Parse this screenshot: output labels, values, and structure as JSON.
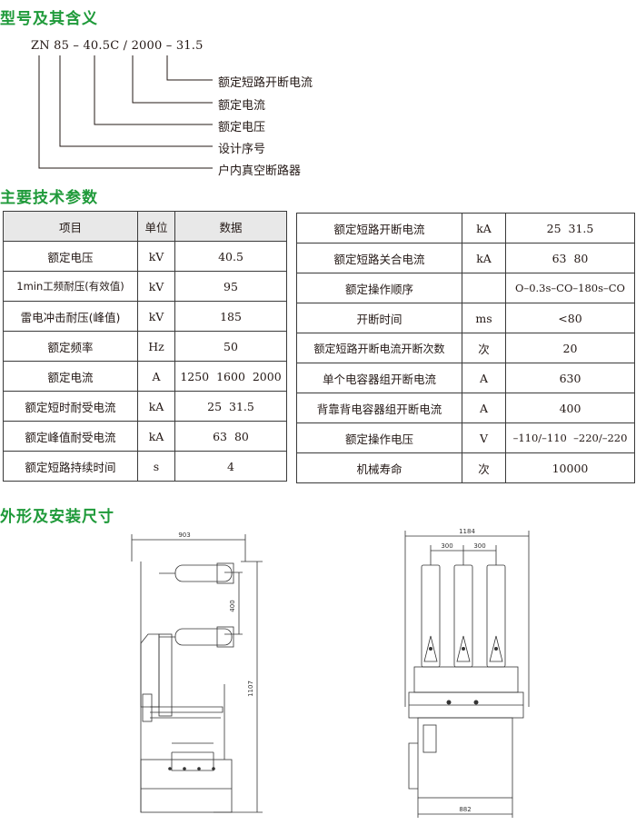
{
  "sections": {
    "model": "型号及其含义",
    "params": "主要技术参数",
    "dimensions": "外形及安装尺寸"
  },
  "model": {
    "code": "ZN 85 – 40.5C / 2000 – 31.5",
    "labels": [
      "额定短路开断电流",
      "额定电流",
      "额定电压",
      "设计序号",
      "户内真空断路器"
    ]
  },
  "table_left": {
    "headers": [
      "项目",
      "单位",
      "数据"
    ],
    "rows": [
      [
        "额定电压",
        "kV",
        "40.5"
      ],
      [
        "1min工频耐压(有效值)",
        "kV",
        "95"
      ],
      [
        "雷电冲击耐压(峰值)",
        "kV",
        "185"
      ],
      [
        "额定频率",
        "Hz",
        "50"
      ],
      [
        "额定电流",
        "A",
        "1250  1600  2000"
      ],
      [
        "额定短时耐受电流",
        "kA",
        "25  31.5"
      ],
      [
        "额定峰值耐受电流",
        "kA",
        "63  80"
      ],
      [
        "额定短路持续时间",
        "s",
        "4"
      ]
    ]
  },
  "table_right": {
    "rows": [
      [
        "额定短路开断电流",
        "kA",
        "25  31.5"
      ],
      [
        "额定短路关合电流",
        "kA",
        "63  80"
      ],
      [
        "额定操作顺序",
        "",
        "O–0.3s–CO–180s–CO"
      ],
      [
        "开断时间",
        "ms",
        "<80"
      ],
      [
        "额定短路开断电流开断次数",
        "次",
        "20"
      ],
      [
        "单个电容器组开断电流",
        "A",
        "630"
      ],
      [
        "背靠背电容器组开断电流",
        "A",
        "400"
      ],
      [
        "额定操作电压",
        "V",
        "–110/–110  –220/–220"
      ],
      [
        "机械寿命",
        "次",
        "10000"
      ]
    ]
  },
  "drawings": {
    "side": {
      "width": "903",
      "pole_spacing": "400",
      "height": "1107"
    },
    "front": {
      "width": "1184",
      "phase_spacing_1": "300",
      "phase_spacing_2": "300",
      "base_width": "882"
    }
  },
  "colors": {
    "heading": "#1f9a3a",
    "line": "#231815",
    "header_bg": "#e8e8e8"
  }
}
